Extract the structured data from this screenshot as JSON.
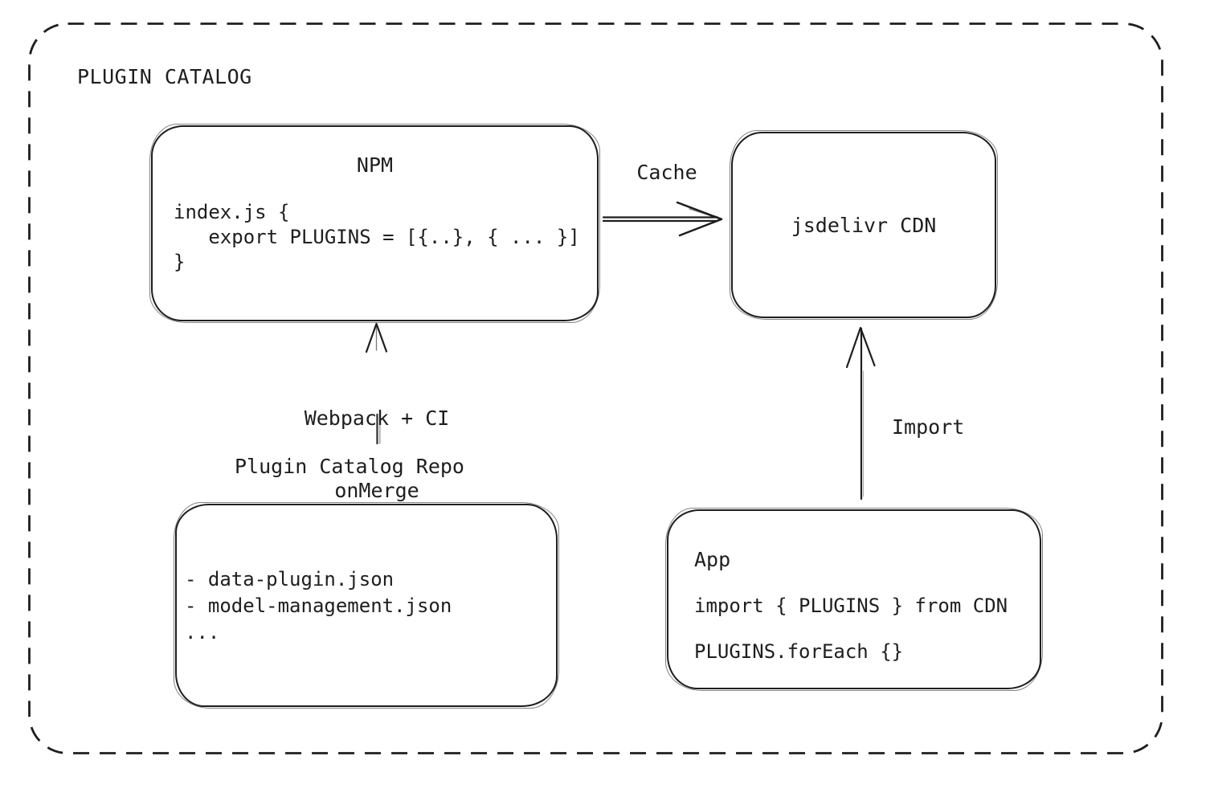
{
  "diagram": {
    "title": "PLUGIN CATALOG",
    "nodes": {
      "npm": {
        "title": "NPM",
        "code_lines": [
          "index.js {",
          "   export PLUGINS = [{..}, { ... }]",
          "}"
        ]
      },
      "cdn": {
        "label": "jsdelivr CDN"
      },
      "repo": {
        "title": "Plugin Catalog Repo",
        "items": [
          "- data-plugin.json",
          "- model-management.json",
          "..."
        ]
      },
      "app": {
        "title": "App",
        "code_lines": [
          "import { PLUGINS } from CDN",
          "PLUGINS.forEach {}"
        ]
      }
    },
    "edges": {
      "cache": {
        "label": "Cache",
        "from": "NPM",
        "to": "jsdelivr CDN"
      },
      "build": {
        "label_lines": [
          "Webpack + CI",
          "onMerge"
        ],
        "from": "Plugin Catalog Repo",
        "to": "NPM"
      },
      "import": {
        "label": "Import",
        "from": "App",
        "to": "jsdelivr CDN"
      }
    },
    "colors": {
      "stroke": "#1e1e1e",
      "background": "#ffffff",
      "muted_stroke": "#555555"
    }
  }
}
